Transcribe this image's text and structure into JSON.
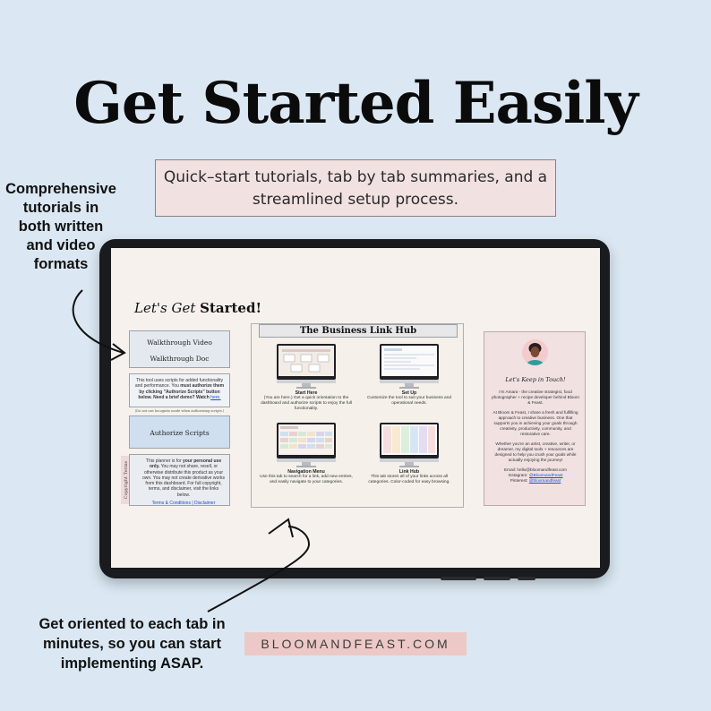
{
  "headline": "Get Started Easily",
  "subtitle": {
    "line1": "Quick–start tutorials, tab by tab summaries, and a",
    "line2": "streamlined setup process."
  },
  "callout_left": {
    "line1": "Comprehensive",
    "line2": "tutorials in",
    "line3": "both written",
    "line4": "and video",
    "line5": "formats"
  },
  "callout_bottom": {
    "line1": "Get oriented to each tab in",
    "line2": "minutes, so you can start",
    "line3": "implementing ASAP."
  },
  "site_badge": "BLOOMANDFEAST.COM",
  "screen": {
    "lets_get": "Let's Get",
    "started": "Started!",
    "walkthrough_video": "Walkthrough Video",
    "walkthrough_doc": "Walkthrough Doc",
    "scripts_note": {
      "a": "This tool uses scripts for added functionality and performance. You ",
      "must": "must authorize them",
      "b": " by clicking \"Authorize Scripts\" button below. Need a brief demo? Watch ",
      "here": "here."
    },
    "incognito_note": "(Do not use Incognito mode when authorizing scripts.)",
    "authorize_button": "Authorize Scripts",
    "personal_note": {
      "a": "This planner is for ",
      "bold": "your personal use only.",
      "b": " You may not share, resell, or otherwise distribute this product as your own. You may not create derivative works from this dashboard. For full copyright, terms, and disclaimer, visit the links below.",
      "links": "Terms & Conditions | Disclaimer"
    },
    "copyright_tab": "Copyright Terms",
    "hub": {
      "title": "The Business Link Hub",
      "tiles": [
        {
          "name": "Start Here",
          "desc": "(You are here.) Get a quick orientation to the dashboard and authorize scripts to enjoy the full functionality."
        },
        {
          "name": "Set Up",
          "desc": "Customize the tool to suit your business and operational needs."
        },
        {
          "name": "Navigation Menu",
          "desc": "Use this tab to search for a link, add new entries, and easily navigate to your categories."
        },
        {
          "name": "Link Hub",
          "desc": "This tab stores all of your links across all categories. Color-coded for easy browsing."
        }
      ]
    },
    "keep": {
      "title": "Let's Keep in Touch!",
      "p1": "I'm Amara - the creative strategist, food photographer + recipe developer behind Bloom & Feast.",
      "p2": "At Bloom & Feast, I share a fresh and fulfilling approach to creative business. One that supports you in achieving your goals through creativity, productivity, community, and restorative care.",
      "p3": "Whether you're an artist, creative, writer, or dreamer, my digital tools + resources are designed to help you crush your goals while actually enjoying the journey!",
      "email": "Email: hello@bloomandfeast.com",
      "instagram_label": "Instagram: ",
      "instagram": "@BloomandFeast",
      "pinterest_label": "Pinterest: ",
      "pinterest": "@bloomandfeast"
    }
  },
  "colors": {
    "background": "#dbe8f3",
    "subtitle_box": "#f1e1e1",
    "badge": "#ecc9c7",
    "authorize_button": "#cfdff0",
    "link": "#1a4fd0"
  }
}
